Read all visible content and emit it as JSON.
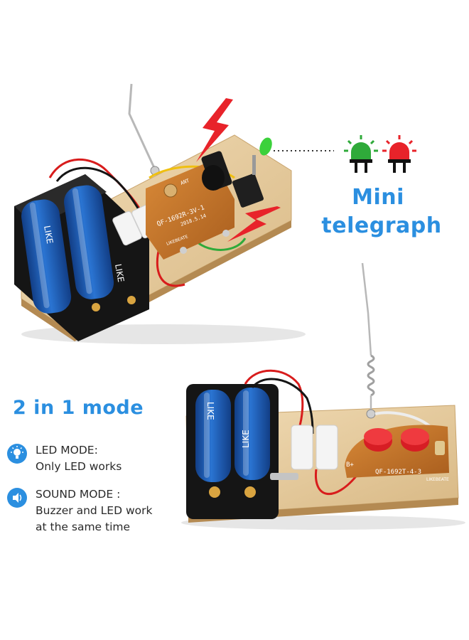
{
  "headline": {
    "line1": "Mini",
    "line2": "telegraph"
  },
  "modes": {
    "heading": "2 in 1 mode",
    "led": {
      "title": "LED MODE:",
      "desc": "Only LED works",
      "icon": "bulb-icon"
    },
    "sound": {
      "title": "SOUND MODE :",
      "desc1": "Buzzer and LED work",
      "desc2": "at the same time",
      "icon": "speaker-icon"
    }
  },
  "receiver_board": {
    "pcb_label": "QF-1692R-3V-1",
    "pcb_date": "2018.5.14",
    "pcb_ant": "ANT",
    "brand": "LIKEBEATE",
    "battery_label": "LIKE"
  },
  "sender_board": {
    "pcb_label": "QF-1692T-4-3",
    "pcb_mark": "B+",
    "brand": "LIKEBEATE",
    "battery_label": "LIKE"
  },
  "led_icons": {
    "green": "green-led-icon",
    "red": "red-led-icon"
  },
  "colors": {
    "accent": "#2b8fe0",
    "wood": "#e8cfa6",
    "battery_blue": "#1f5fb8",
    "lightning": "#e8232a",
    "pcb": "#c7762a"
  }
}
